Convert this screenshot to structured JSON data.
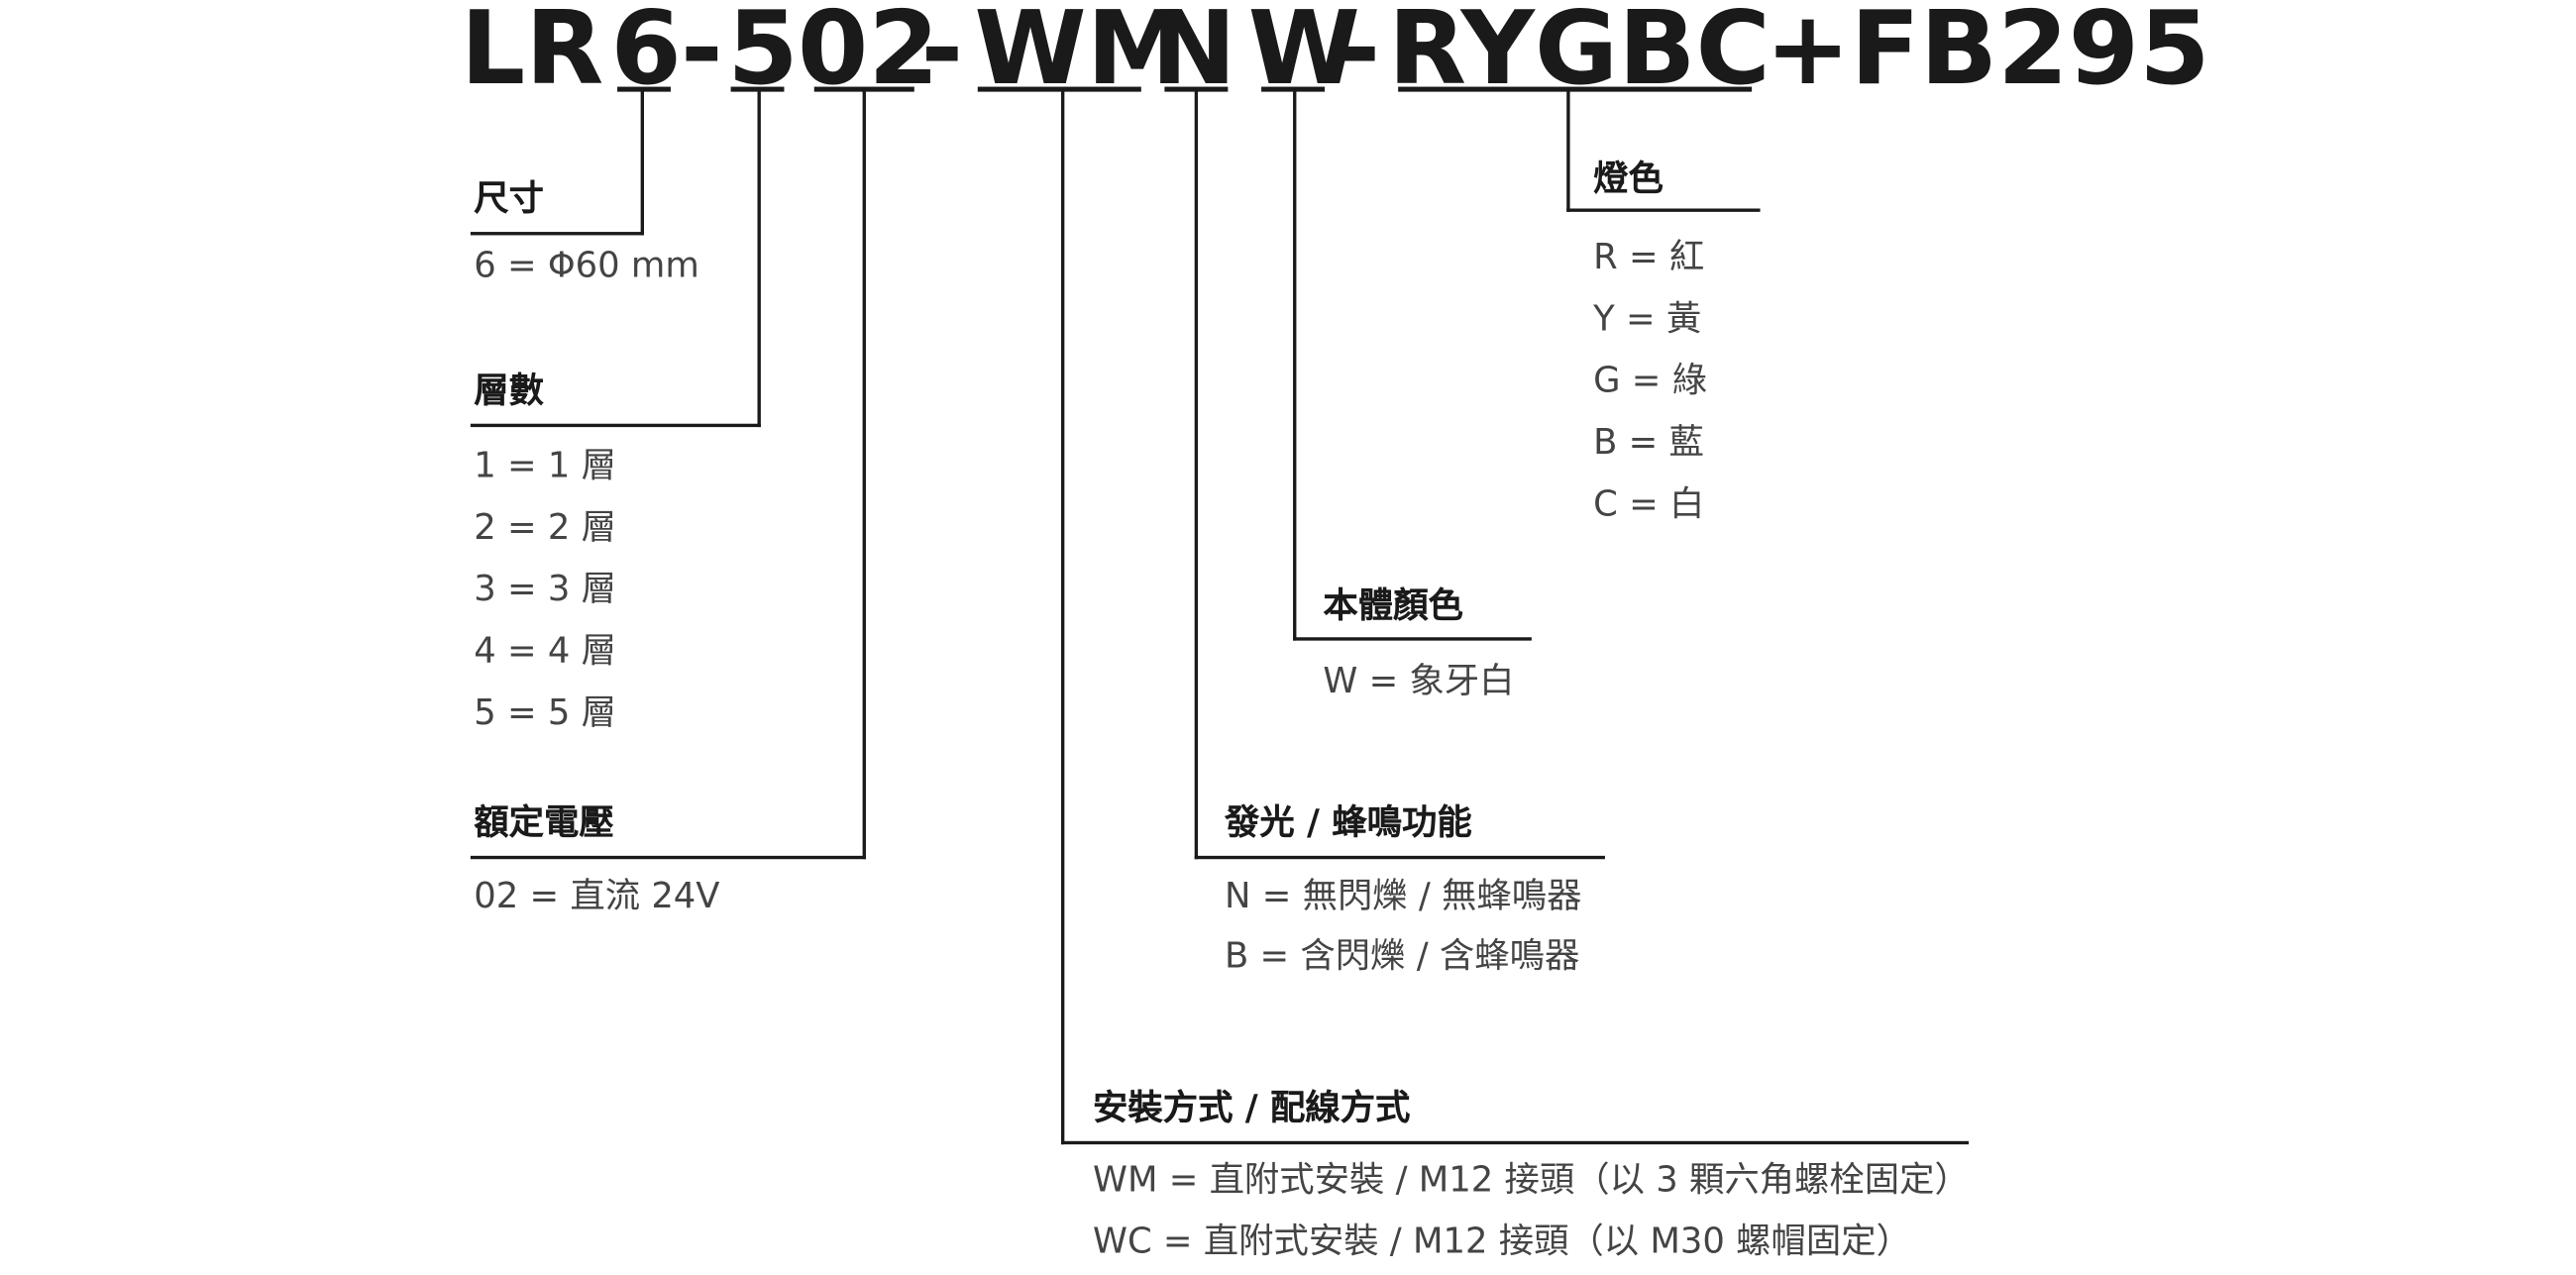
{
  "part_code": {
    "segments": [
      "LR",
      "6",
      "-",
      "5",
      "02",
      "-",
      "WM",
      "N",
      "W",
      "-",
      "RYGBC",
      "+FB295"
    ]
  },
  "groups": {
    "size": {
      "title": "尺寸",
      "items": [
        "6 = Φ60 mm"
      ]
    },
    "tiers": {
      "title": "層數",
      "items": [
        "1 = 1 層",
        "2 = 2 層",
        "3 = 3 層",
        "4 = 4 層",
        "5 = 5 層"
      ]
    },
    "voltage": {
      "title": "額定電壓",
      "items": [
        "02 = 直流 24V"
      ]
    },
    "mounting": {
      "title": "安裝方式 / 配線方式",
      "items": [
        "WM = 直附式安裝 / M12 接頭（以 3 顆六角螺栓固定）",
        "WC = 直附式安裝 / M12 接頭（以 M30 螺帽固定）"
      ]
    },
    "function": {
      "title": "發光 / 蜂鳴功能",
      "items": [
        "N = 無閃爍 / 無蜂鳴器",
        "B = 含閃爍 / 含蜂鳴器"
      ]
    },
    "body_color": {
      "title": "本體顏色",
      "items": [
        "W = 象牙白"
      ]
    },
    "lamp_color": {
      "title": "燈色",
      "items": [
        "R = 紅",
        "Y = 黃",
        "G = 綠",
        "B = 藍",
        "C = 白"
      ]
    }
  }
}
